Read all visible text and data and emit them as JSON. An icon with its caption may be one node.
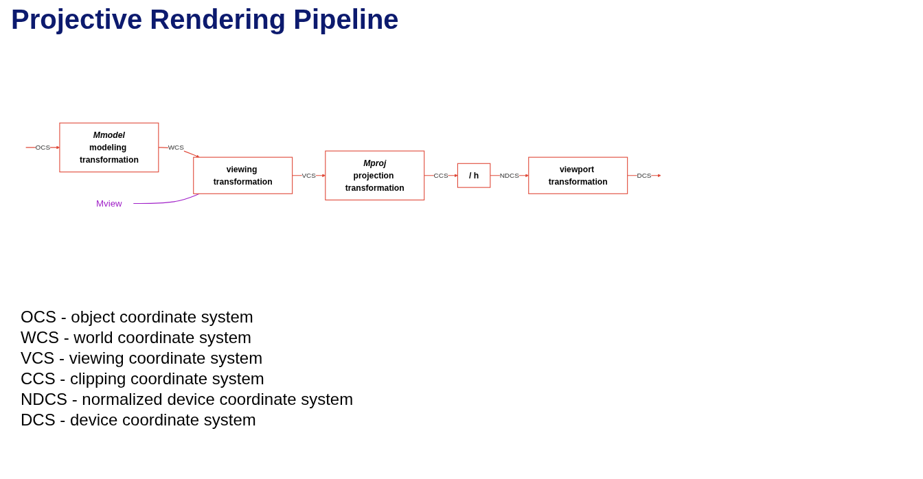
{
  "diagram": {
    "title": "Projective Rendering Pipeline",
    "nodes": [
      {
        "text": [
          "Mmodel",
          "modeling transformation"
        ]
      },
      {
        "text": [
          "viewing transformation"
        ]
      },
      {
        "text": [
          "Mproj",
          "projection transformation"
        ]
      },
      {
        "text": [
          "/ h"
        ]
      },
      {
        "text": [
          "viewport transformation"
        ]
      },
      {
        "text": [
          "Mview"
        ]
      }
    ],
    "edges": [
      {
        "from": null,
        "to": 0,
        "arrow": "to",
        "label": "OCS"
      },
      {
        "from": 0,
        "to": 1,
        "arrow": "to",
        "label": "WCS"
      },
      {
        "from": 1,
        "to": 2,
        "arrow": "to",
        "label": "VCS"
      },
      {
        "from": 2,
        "to": 3,
        "arrow": "to",
        "label": "CCS"
      },
      {
        "from": 3,
        "to": 4,
        "arrow": "to",
        "label": "NDCS"
      },
      {
        "from": 4,
        "to": null,
        "arrow": "to",
        "label": "DCS"
      },
      {
        "from": 5,
        "to": 1,
        "arrow": "none",
        "color": "#a020c8"
      }
    ],
    "labels": [
      "OCS - object coordinate system",
      "WCS - world coordinate system",
      "VCS - viewing coordinate system",
      "CCS - clipping coordinate system",
      "NDCS - normalized device coordinate system",
      "DCS - device coordinate system"
    ]
  }
}
